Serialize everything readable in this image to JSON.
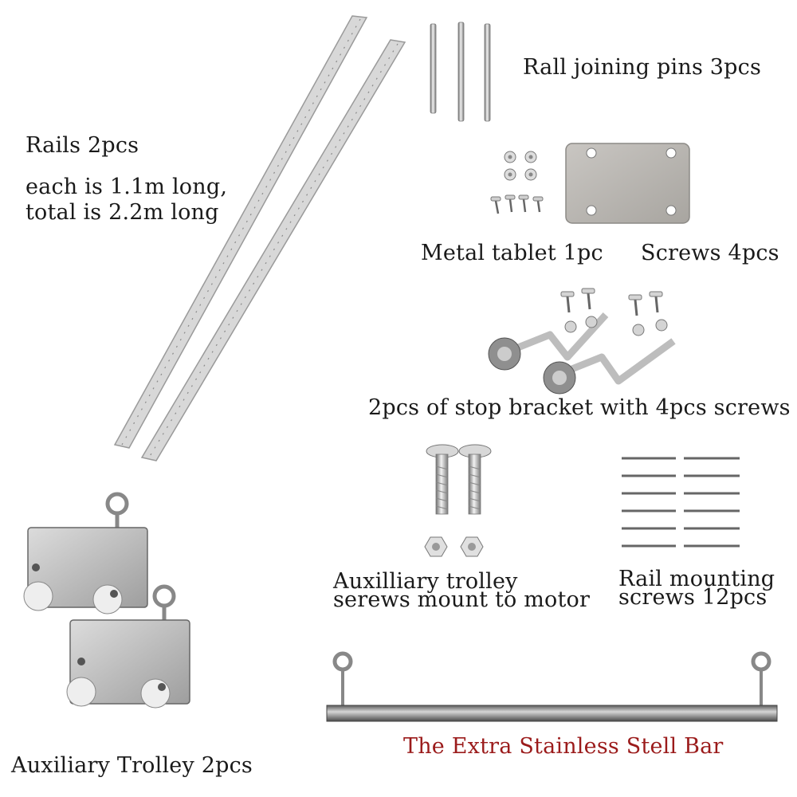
{
  "labels": {
    "rails_title": "Rails 2pcs",
    "rails_each": "each is 1.1m long,",
    "rails_total": "total is 2.2m long",
    "pins": "Rall joining pins 3pcs",
    "metal_tablet": "Metal tablet 1pc",
    "screws4": "Screws 4pcs",
    "stop_bracket": "2pcs of stop bracket with 4pcs screws",
    "aux_screws_1": "Auxilliary trolley",
    "aux_screws_2": "serews mount to motor",
    "rail_mount_1": "Rail mounting",
    "rail_mount_2": "screws 12pcs",
    "trolley": "Auxiliary Trolley 2pcs",
    "extra_bar": "The Extra Stainless Stell Bar"
  },
  "colors": {
    "metal_light": "#e6e6e6",
    "metal_mid": "#b8b8b8",
    "metal_dark": "#6e6e6e",
    "accent_red": "#9b1b1b"
  }
}
